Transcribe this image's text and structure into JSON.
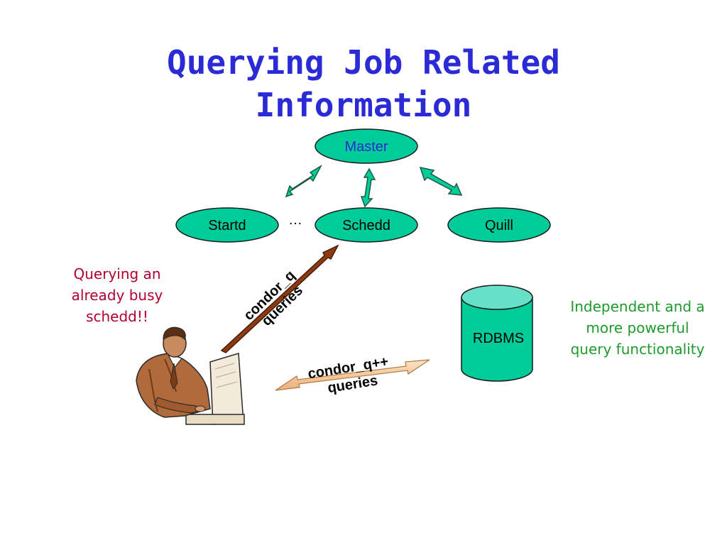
{
  "slide": {
    "title_line1": "Querying Job Related",
    "title_line2": "Information"
  },
  "nodes": {
    "master": "Master",
    "startd": "Startd",
    "ellipsis": "…",
    "schedd": "Schedd",
    "quill": "Quill",
    "rdbms": "RDBMS"
  },
  "arrows": {
    "condor_q_line1": "condor_q",
    "condor_q_line2": "queries",
    "condor_qpp_line1": "condor_q++",
    "condor_qpp_line2": "queries"
  },
  "notes": {
    "left_line1": "Querying an",
    "left_line2": "already busy",
    "left_line3": "schedd!!",
    "right_line1": "Independent and a",
    "right_line2": "more powerful",
    "right_line3": "query functionality"
  },
  "colors": {
    "title": "#2a2ad6",
    "node_fill": "#00cc99",
    "node_top": "#66e0c8",
    "left_note": "#b2002e",
    "right_note": "#1f9a2c",
    "brown_arrow": "#8b3a12",
    "tan_arrow": "#f5c89a"
  },
  "icons": {
    "user": "person-at-computer-clipart"
  }
}
